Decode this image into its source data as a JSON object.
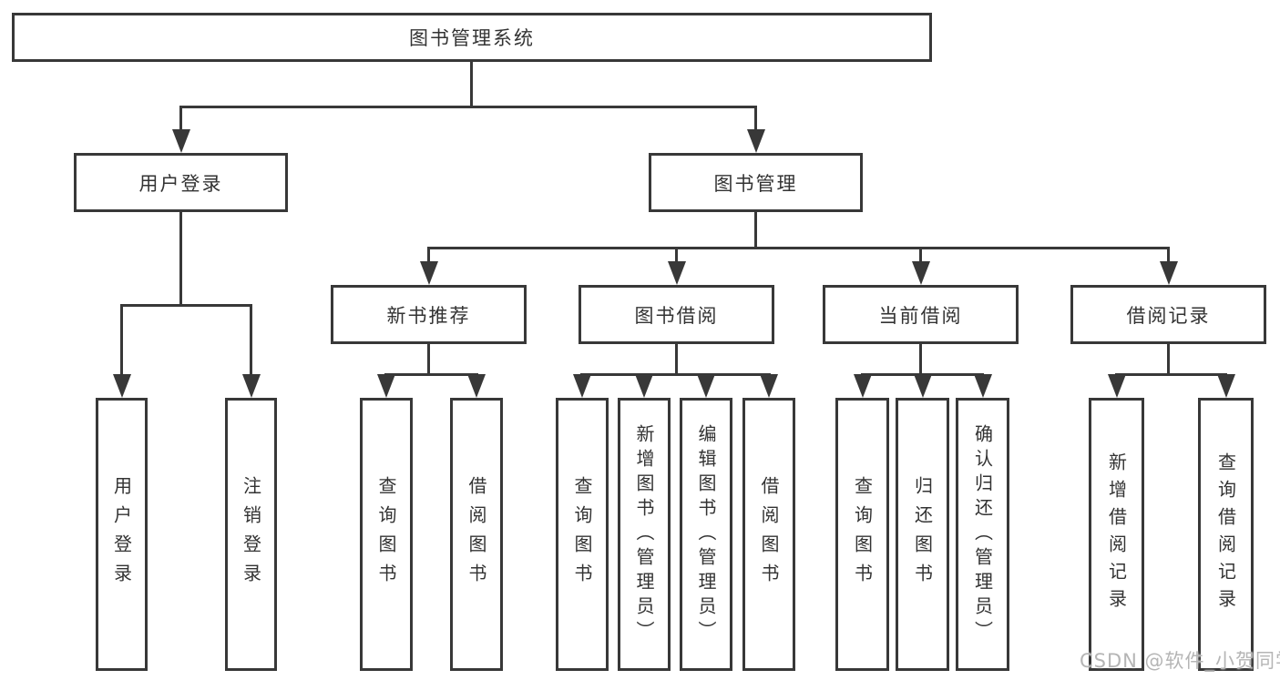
{
  "diagram": {
    "root": "图书管理系统",
    "watermark": "CSDN @软件_小贺同学",
    "colors": {
      "line": "#383838",
      "box_border": "#383838",
      "text": "#333333",
      "background": "#ffffff",
      "watermark": "#b5b5b5"
    },
    "branches": [
      {
        "label": "用户登录",
        "leaves": [
          "用户登录",
          "注销登录"
        ]
      },
      {
        "label": "图书管理",
        "children": [
          {
            "label": "新书推荐",
            "leaves": [
              "查询图书",
              "借阅图书"
            ]
          },
          {
            "label": "图书借阅",
            "leaves": [
              "查询图书",
              "新增图书（管理员）",
              "编辑图书（管理员）",
              "借阅图书"
            ]
          },
          {
            "label": "当前借阅",
            "leaves": [
              "查询图书",
              "归还图书",
              "确认归还（管理员）"
            ]
          },
          {
            "label": "借阅记录",
            "leaves": [
              "新增借阅记录",
              "查询借阅记录"
            ]
          }
        ]
      }
    ]
  }
}
